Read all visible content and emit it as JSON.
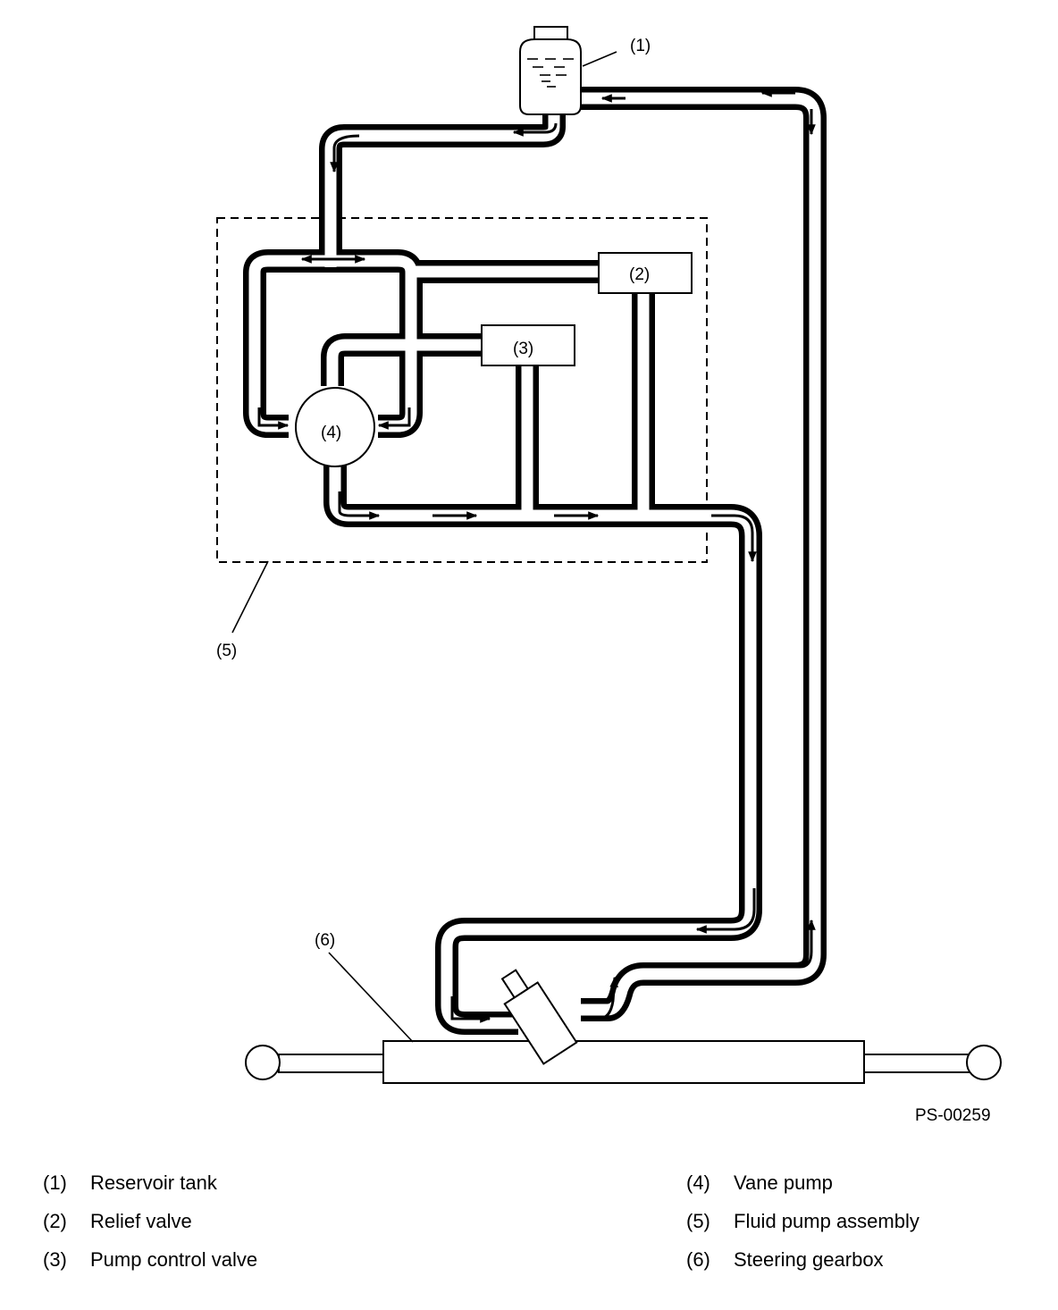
{
  "diagram": {
    "callouts": {
      "reservoir": "(1)",
      "relief": "(2)",
      "pump_control": "(3)",
      "vane_pump": "(4)",
      "assembly": "(5)",
      "gearbox": "(6)"
    },
    "figure_code": "PS-00259"
  },
  "legend": {
    "left": [
      {
        "num": "(1)",
        "text": "Reservoir tank"
      },
      {
        "num": "(2)",
        "text": "Relief valve"
      },
      {
        "num": "(3)",
        "text": "Pump control valve"
      }
    ],
    "right": [
      {
        "num": "(4)",
        "text": "Vane pump"
      },
      {
        "num": "(5)",
        "text": "Fluid pump assembly"
      },
      {
        "num": "(6)",
        "text": "Steering gearbox"
      }
    ]
  }
}
